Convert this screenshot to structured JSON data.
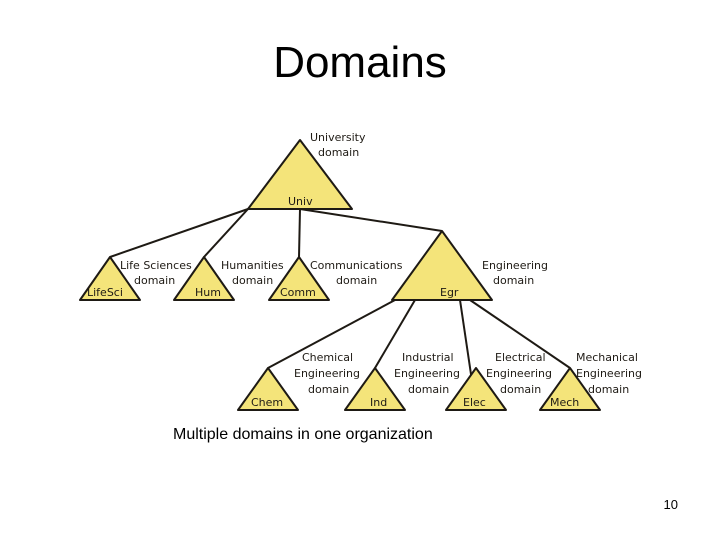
{
  "slide": {
    "title": "Domains",
    "caption": "Multiple domains in one organization",
    "page_number": "10"
  },
  "colors": {
    "triangle_fill": "#f4e47a",
    "line": "#1e1a14"
  },
  "tree": {
    "root": {
      "node": "Univ",
      "domain": [
        "University",
        "domain"
      ]
    },
    "level1": [
      {
        "node": "LifeSci",
        "domain": [
          "Life Sciences",
          "domain"
        ]
      },
      {
        "node": "Hum",
        "domain": [
          "Humanities",
          "domain"
        ]
      },
      {
        "node": "Comm",
        "domain": [
          "Communications",
          "domain"
        ]
      },
      {
        "node": "Egr",
        "domain": [
          "Engineering",
          "domain"
        ]
      }
    ],
    "level2": [
      {
        "node": "Chem",
        "domain": [
          "Chemical",
          "Engineering",
          "domain"
        ]
      },
      {
        "node": "Ind",
        "domain": [
          "Industrial",
          "Engineering",
          "domain"
        ]
      },
      {
        "node": "Elec",
        "domain": [
          "Electrical",
          "Engineering",
          "domain"
        ]
      },
      {
        "node": "Mech",
        "domain": [
          "Mechanical",
          "Engineering",
          "domain"
        ]
      }
    ]
  }
}
